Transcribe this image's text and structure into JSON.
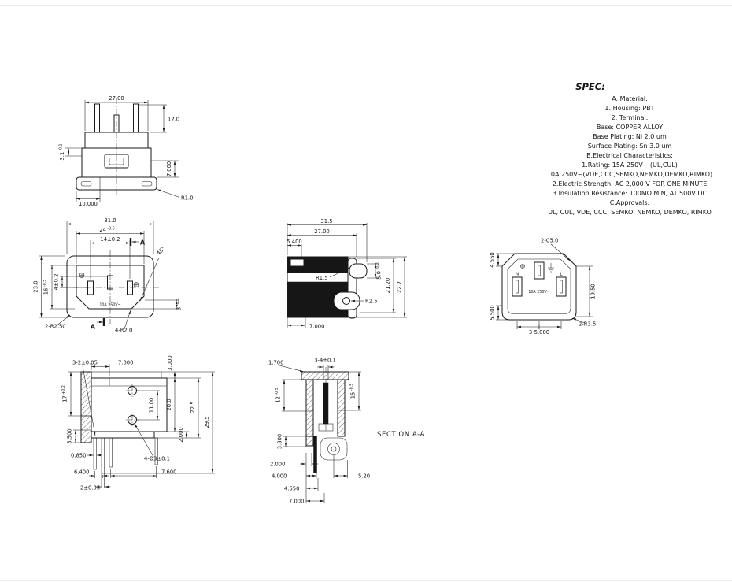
{
  "spec": {
    "heading": "SPEC:",
    "lines": [
      "A. Material:",
      "1.  Housing: PBT",
      "2.  Terminal:",
      "Base:  COPPER ALLOY",
      "Base Plating: Ni 2.0 um",
      "Surface Plating: Sn 3.0 um",
      "B.Electrical Characteristics:",
      "1.Rating:  15A 250V~ (UL,CUL)",
      "10A 250V~(VDE,CCC,SEMKO,NEMKO,DEMKO,RIMKO)",
      "2.Electric Strength: AC 2,000 V FOR ONE MINUTE",
      "3.Insulation Resistance: 100MΩ MIN, AT 500V DC",
      "C.Approvals:",
      "UL, CUL, VDE, CCC, SEMKO, NEMKO, DEMKO, RIMKO"
    ]
  },
  "top_view": {
    "width": "27.00",
    "pin_height": "12.0",
    "step": "3.1",
    "step_tol": "-0.1",
    "depth": "7.000",
    "flange_offset": "10.000",
    "corner_radius": "R1.0"
  },
  "front_view": {
    "overall_width": "31.0",
    "opening_width": "24",
    "opening_width_tol": "-0.5",
    "pin_pitch": "14±0.2",
    "chamfer_angle": "45°",
    "overall_height": "23.0",
    "opening_height": "16",
    "opening_height_tol": "-0.5",
    "pin_offset": "4±0.2",
    "edge_height": "3",
    "edge_height_tol": "-0.5",
    "corner_radius": "2-R2.50",
    "inner_radius": "4-R2.0",
    "section_mark": "A",
    "rating": "10A 250V~"
  },
  "side_view": {
    "overall_width": "31.5",
    "body_width": "27.00",
    "front_depth": "5.400",
    "tab_height": "5.0",
    "tab_height_tol": "-0.2",
    "fillet_radius": "R1.5",
    "hole_radius": "R2.5",
    "inner_height": "21.20",
    "overall_height": "22.7",
    "rear_depth": "7.000"
  },
  "rear_view": {
    "chamfer_offset": "4.550",
    "chamfer": "2-C5.0",
    "height": "19.50",
    "bottom_offset": "5.500",
    "slot_pitch": "3-5.000",
    "corner_radius": "2-R3.5",
    "neutral_label": "N",
    "live_label": "L",
    "rating": "10A 250V~"
  },
  "mount_view": {
    "pin_thickness": "3-2±0.05",
    "top_width": "7.000",
    "top_step": "3.000",
    "flange_height": "17",
    "flange_height_tol": "+0.2",
    "flange_bottom": "5.500",
    "hole_pitch": "11.00",
    "body_height": "20.0",
    "lip_height": "2.000",
    "inner_height": "22.5",
    "overall_height": "29.5",
    "pin_width": "0.850",
    "pin_gap_left": "6.400",
    "mounting_holes": "4-Ø3±0.1",
    "pin_gap_right": "7.600",
    "pin_width2": "2±0.05"
  },
  "section_view": {
    "label": "SECTION A-A",
    "wall_thickness": "1.700",
    "slot_width": "3-4±0.1",
    "cavity_depth": "12",
    "cavity_depth_tol": "-0.5",
    "right_depth": "15",
    "right_depth_tol": "-0.5",
    "boss_height": "3.800",
    "step": "2.000",
    "base_width": "4.000",
    "tab_width": "4.550",
    "ear_width": "5.20",
    "bottom_width": "7.000"
  }
}
